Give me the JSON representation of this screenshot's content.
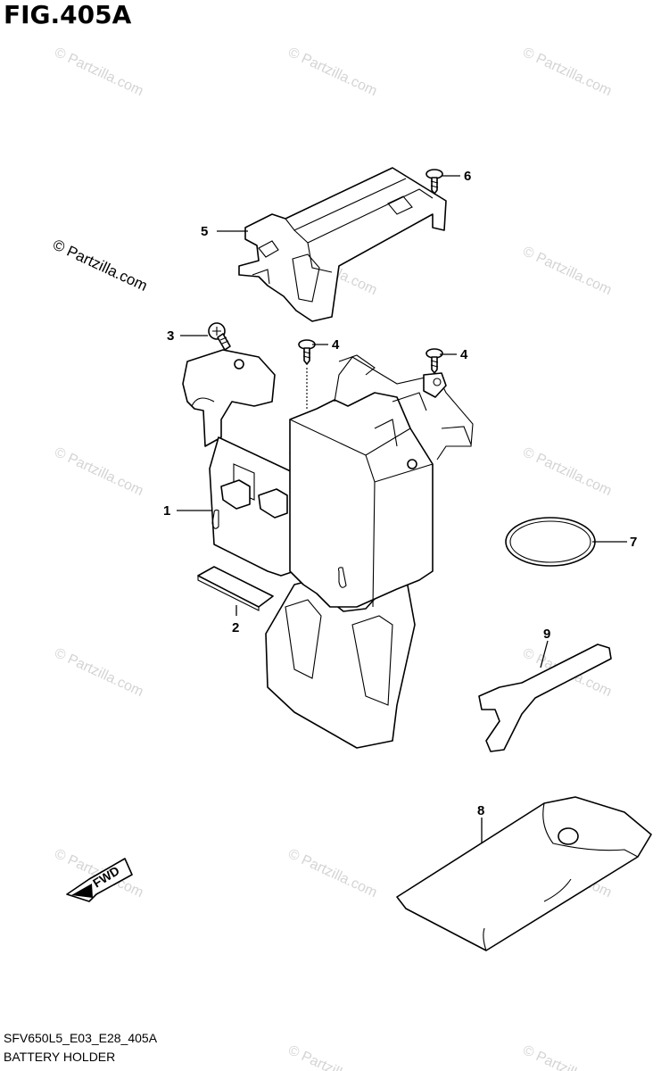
{
  "figure": {
    "title": "FIG.405A",
    "code": "SFV650L5_E03_E28_405A",
    "caption": "BATTERY HOLDER"
  },
  "watermark": {
    "text": "© Partzilla.com",
    "color": "#d4d4d4"
  },
  "fwd_label": "FWD",
  "callouts": [
    {
      "id": "c1",
      "label": "1"
    },
    {
      "id": "c2",
      "label": "2"
    },
    {
      "id": "c3",
      "label": "3"
    },
    {
      "id": "c4a",
      "label": "4"
    },
    {
      "id": "c4b",
      "label": "4"
    },
    {
      "id": "c5",
      "label": "5"
    },
    {
      "id": "c6",
      "label": "6"
    },
    {
      "id": "c7",
      "label": "7"
    },
    {
      "id": "c8",
      "label": "8"
    },
    {
      "id": "c9",
      "label": "9"
    }
  ]
}
